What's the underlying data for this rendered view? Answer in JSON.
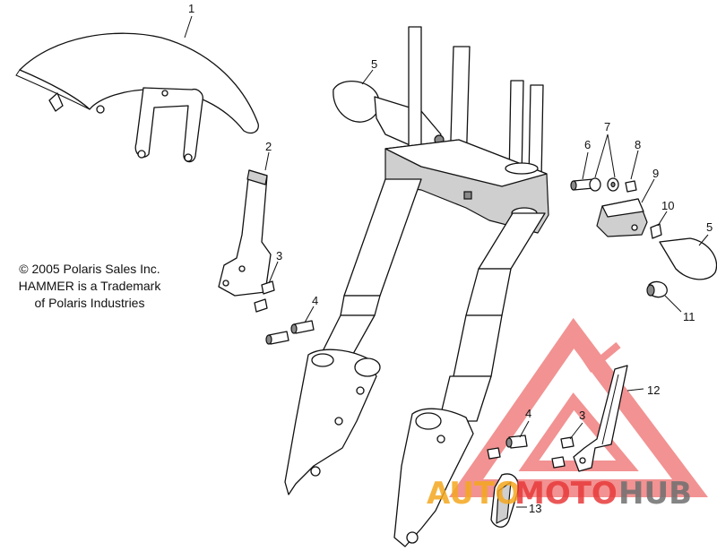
{
  "copyright": {
    "line1": "© 2005 Polaris Sales Inc.",
    "line2": "HAMMER is a Trademark",
    "line3": "of Polaris Industries"
  },
  "callouts": {
    "c1": "1",
    "c2": "2",
    "c3a": "3",
    "c3b": "3",
    "c4a": "4",
    "c4b": "4",
    "c5a": "5",
    "c5b": "5",
    "c6": "6",
    "c7": "7",
    "c8": "8",
    "c9": "9",
    "c10": "10",
    "c11": "11",
    "c12": "12",
    "c13": "13"
  },
  "watermark": {
    "auto": "AUTO",
    "moto": "MOTO",
    "hub": "HUB",
    "colors": {
      "red": "#e83a3a",
      "orange": "#f4a81f",
      "gray": "#6f6f6f"
    }
  }
}
